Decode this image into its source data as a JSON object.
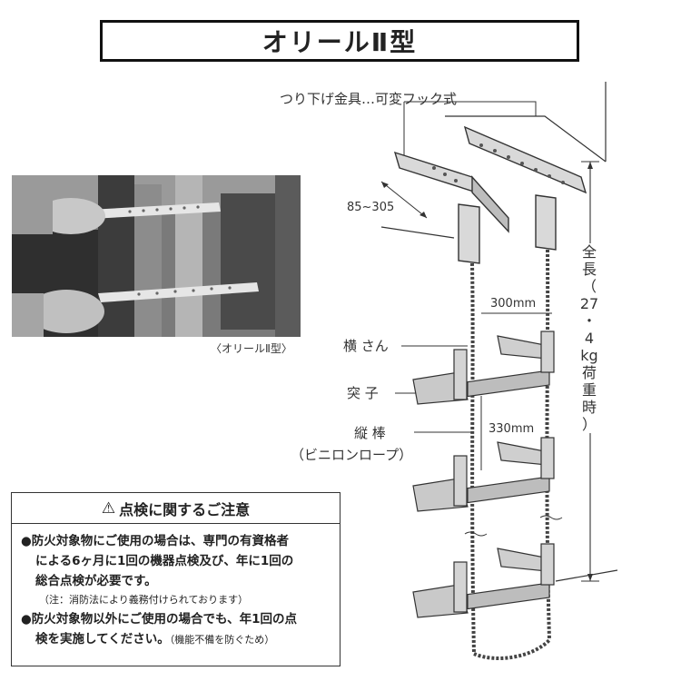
{
  "title": "オリールⅡ型",
  "photo_caption": "〈オリールⅡ型〉",
  "labels": {
    "hook": "つり下げ金具…可変フック式",
    "width_range": "85~305",
    "rung_width": "300mm",
    "rung_spacing": "330mm",
    "rung": "横 さん",
    "stopper": "突 子",
    "post_line1": "縦 棒",
    "post_line2": "（ビニロンロープ）"
  },
  "total_length": [
    "全",
    "長",
    "（",
    "27",
    "・",
    "4",
    "kg",
    "荷",
    "重",
    "時",
    "）"
  ],
  "notice": {
    "heading": "点検に関するご注意",
    "item1_lines": [
      "●防火対象物にご使用の場合は、専門の有資格者",
      "による6ヶ月に1回の機器点検及び、年に1回の",
      "総合点検が必要です。"
    ],
    "item1_note": "（注：消防法により義務付けられております）",
    "item2_lines": [
      "●防火対象物以外にご使用の場合でも、年1回の点"
    ],
    "item2_last": "検を実施してください。",
    "item2_note": "（機能不備を防ぐため）"
  }
}
